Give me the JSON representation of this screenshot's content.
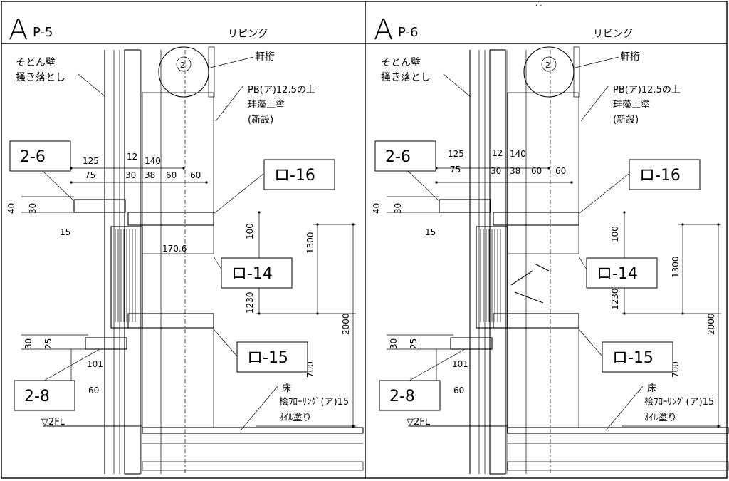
{
  "panels": [
    {
      "grid_letter": "A",
      "code": "P-5",
      "room": "リビング",
      "labels": {
        "wall_finish_1": "そとん壁",
        "wall_finish_2": "掻き落とし",
        "beam": "軒桁",
        "beam_mark": "2",
        "ceiling_1": "PB(ア)12.5の上",
        "ceiling_2": "珪藻土塗",
        "ceiling_3": "(新設)",
        "floor_1": "床",
        "floor_2": "桧ﾌﾛｰﾘﾝｸﾞ(ア)15",
        "floor_3": "ｵｲﾙ塗り",
        "level": "▽2FL"
      },
      "tags": [
        "2-6",
        "ロ-16",
        "ロ-14",
        "ロ-15",
        "2-8"
      ],
      "dims": [
        "125",
        "75",
        "12",
        "140",
        "30",
        "38",
        "60",
        "60",
        "40",
        "30",
        "15",
        "100",
        "170.6",
        "1300",
        "1230",
        "2000",
        "700",
        "30",
        "25",
        "101",
        "60"
      ]
    },
    {
      "grid_letter": "A",
      "code": "P-6",
      "room": "リビング",
      "labels": {
        "wall_finish_1": "そとん壁",
        "wall_finish_2": "掻き落とし",
        "beam": "軒桁",
        "beam_mark": "2",
        "ceiling_1": "PB(ア)12.5の上",
        "ceiling_2": "珪藻土塗",
        "ceiling_3": "(新設)",
        "floor_1": "床",
        "floor_2": "桧ﾌﾛｰﾘﾝｸﾞ(ア)15",
        "floor_3": "ｵｲﾙ塗り",
        "level": "▽2FL"
      },
      "tags": [
        "2-6",
        "ロ-16",
        "ロ-14",
        "ロ-15",
        "2-8"
      ],
      "dims": [
        "125",
        "75",
        "12",
        "140",
        "30",
        "38",
        "60",
        "60",
        "40",
        "30",
        "15",
        "100",
        "1300",
        "1230",
        "2000",
        "700",
        "30",
        "25",
        "101",
        "60"
      ]
    }
  ]
}
